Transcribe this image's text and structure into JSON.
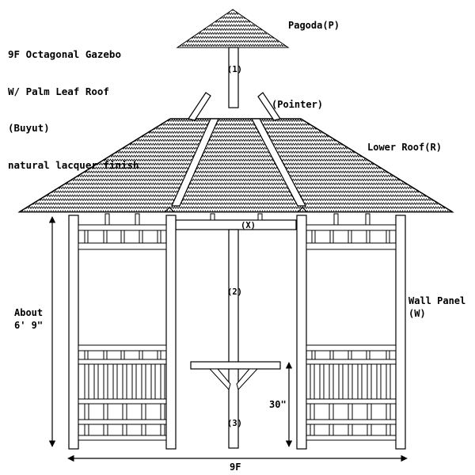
{
  "title": {
    "line1": "9F Octagonal Gazebo",
    "line2": "W/ Palm Leaf Roof",
    "line3": "(Buyut)",
    "line4": "natural lacquer finish"
  },
  "labels": {
    "pagoda": "Pagoda(P)",
    "pointer": "(Pointer)",
    "lower_roof": "Lower Roof(R)",
    "wall_panel_line1": "Wall Panel",
    "wall_panel_line2": "(W)",
    "height_line1": "About",
    "height_line2": "6' 9\"",
    "table_height": "30\"",
    "width": "9F",
    "part1": "(1)",
    "part2": "(2)",
    "part3": "(3)",
    "partX": "(X)"
  },
  "colors": {
    "line": "#000000",
    "background": "#ffffff"
  }
}
